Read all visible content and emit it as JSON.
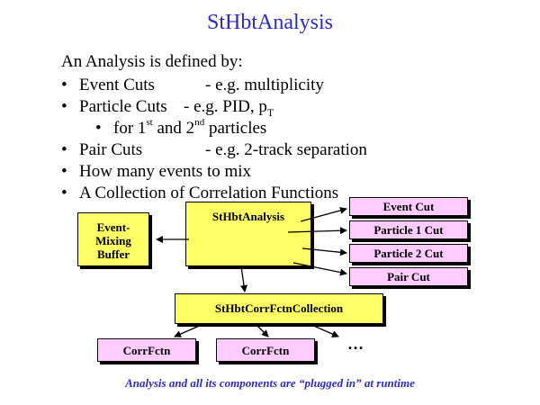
{
  "title": "StHbtAnalysis",
  "intro": "An Analysis is defined by:",
  "bullets": {
    "event_cuts": {
      "label": "Event Cuts",
      "example": "- e.g. multiplicity"
    },
    "particle_cuts": {
      "label": "Particle Cuts",
      "example_prefix": "- e.g. PID, p",
      "example_sub": "T"
    },
    "particles_sub": {
      "prefix": "for 1",
      "sup1": "st",
      "middle": " and 2",
      "sup2": "nd",
      "suffix": " particles"
    },
    "pair_cuts": {
      "label": "Pair Cuts",
      "example": "- e.g. 2-track separation"
    },
    "events_to_mix": "How many events to mix",
    "corr_functions": "A Collection of Correlation Functions"
  },
  "diagram": {
    "analysis": "StHbtAnalysis",
    "buffer_line1": "Event-",
    "buffer_line2": "Mixing",
    "buffer_line3": "Buffer",
    "event_cut": "Event Cut",
    "particle1_cut": "Particle 1 Cut",
    "particle2_cut": "Particle 2 Cut",
    "pair_cut": "Pair Cut",
    "collection": "StHbtCorrFctnCollection",
    "corrfctn_1": "CorrFctn",
    "corrfctn_2": "CorrFctn",
    "ellipsis": "…"
  },
  "footer": "Analysis and all its components are “plugged in” at runtime",
  "colors": {
    "title": "#2b2bbf",
    "yellow_box": "#ffff66",
    "pink_box": "#ffccff",
    "footer": "#2b2bbf"
  }
}
